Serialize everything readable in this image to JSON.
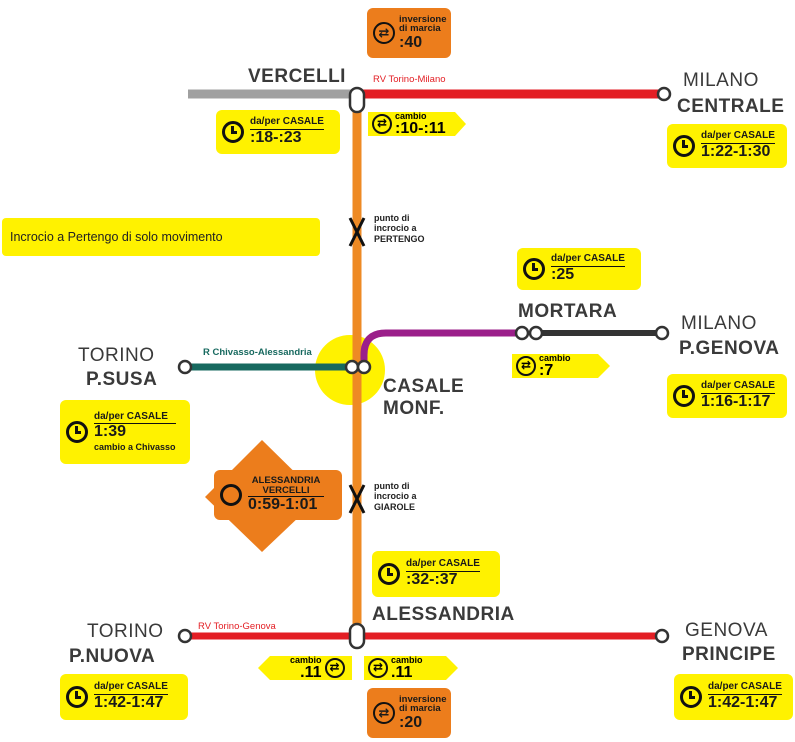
{
  "colors": {
    "orange_line": "#ee8a24",
    "red_line": "#e31e24",
    "gray_line": "#a0a0a0",
    "teal_line": "#17695f",
    "purple_line": "#9b1f8a",
    "black_line": "#333333",
    "yellow_box": "#fff200",
    "orange_box": "#ec7d1c"
  },
  "stations": {
    "vercelli": "VERCELLI",
    "milano_centrale_1": "MILANO",
    "milano_centrale_2": "CENTRALE",
    "mortara": "MORTARA",
    "milano_genova_1": "MILANO",
    "milano_genova_2": "P.GENOVA",
    "torino_susa_1": "TORINO",
    "torino_susa_2": "P.SUSA",
    "casale_1": "CASALE",
    "casale_2": "MONF.",
    "alessandria": "ALESSANDRIA",
    "torino_nuova_1": "TORINO",
    "torino_nuova_2": "P.NUOVA",
    "genova_1": "GENOVA",
    "genova_2": "PRINCIPE"
  },
  "line_labels": {
    "rv_torino_milano": "RV Torino-Milano",
    "r_chivasso_alessandria": "R Chivasso-Alessandria",
    "rv_torino_genova": "RV Torino-Genova"
  },
  "crossings": {
    "pertengo": [
      "punto di",
      "incrocio a",
      "PERTENGO"
    ],
    "giarole": [
      "punto di",
      "incrocio a",
      "GIAROLE"
    ]
  },
  "note_box": "Incrocio a Pertengo di solo movimento",
  "times": {
    "vercelli": {
      "header": "da/per CASALE",
      "time": ":18-:23"
    },
    "milano_centrale": {
      "header": "da/per CASALE",
      "time": "1:22-1:30"
    },
    "mortara": {
      "header": "da/per CASALE",
      "time": ":25"
    },
    "milano_genova": {
      "header": "da/per CASALE",
      "time": "1:16-1:17"
    },
    "torino_susa": {
      "header": "da/per CASALE",
      "time": "1:39",
      "note": "cambio a Chivasso"
    },
    "alessandria_vercelli": {
      "header": "ALESSANDRIA VERCELLI",
      "time": "0:59-1:01"
    },
    "alessandria": {
      "header": "da/per CASALE",
      "time": ":32-:37"
    },
    "torino_nuova": {
      "header": "da/per CASALE",
      "time": "1:42-1:47"
    },
    "genova": {
      "header": "da/per CASALE",
      "time": "1:42-1:47"
    }
  },
  "inversions": {
    "top": {
      "label_1": "inversione",
      "label_2": "di marcia",
      "value": ":40"
    },
    "bottom": {
      "label_1": "inversione",
      "label_2": "di marcia",
      "value": ":20"
    }
  },
  "cambi": {
    "vercelli": {
      "label": "cambio",
      "value": ":10-:11"
    },
    "mortara": {
      "label": "cambio",
      "value": ":7"
    },
    "alessandria_left": {
      "label": "cambio",
      "value": ".11"
    },
    "alessandria_right": {
      "label": "cambio",
      "value": ".11"
    }
  }
}
